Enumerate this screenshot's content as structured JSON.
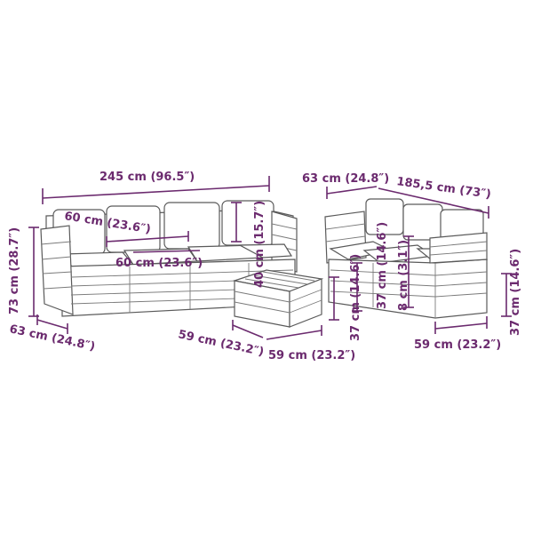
{
  "colors": {
    "dimension": "#6b2a6e",
    "outline": "#5a5a5a",
    "background": "#ffffff"
  },
  "dimensions": {
    "sofa_length": "245 cm (96.5″)",
    "backrest_height": "60 cm (23.6″)",
    "seat_width": "60 cm (23.6″)",
    "cushion_height": "40 cm (15.7″)",
    "total_height": "73 cm (28.7″)",
    "depth_left": "63 cm (24.8″)",
    "ottoman_depth": "59 cm (23.2″)",
    "ottoman_width": "59 cm (23.2″)",
    "ottoman_height": "37 cm (14.6″)",
    "armrest_height": "37 cm (14.6″)",
    "corner_depth": "63 cm (24.8″)",
    "corner_length": "185,5 cm (73″)",
    "leg_height": "8 cm (3.1″)",
    "right_width": "59 cm (23.2″)",
    "right_height": "37 cm (14.6″)"
  }
}
